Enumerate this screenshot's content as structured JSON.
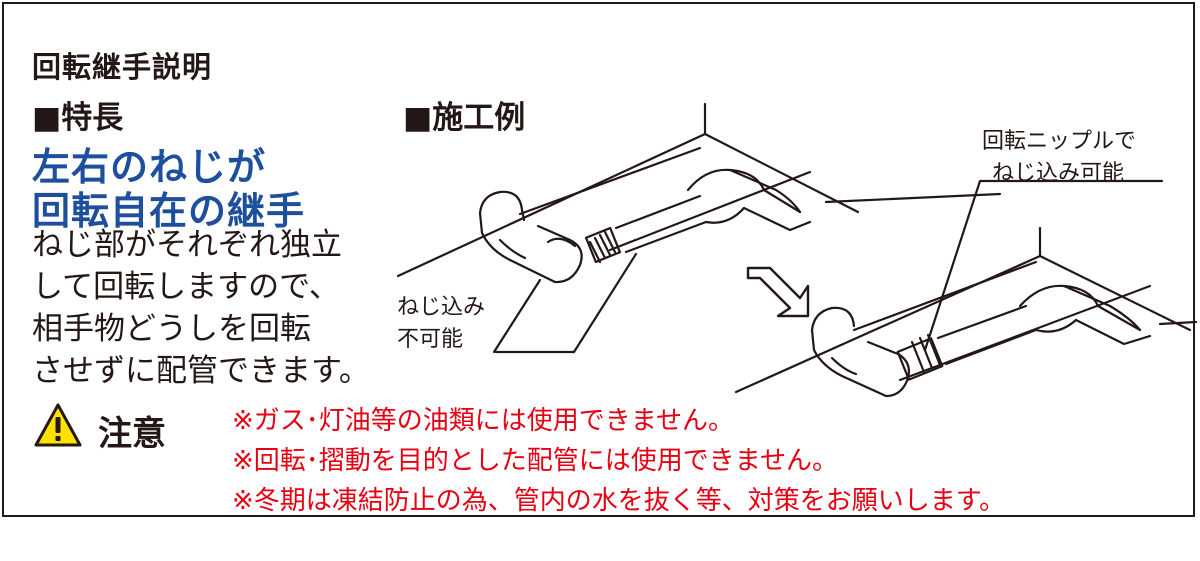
{
  "title": "回転継手説明",
  "features": {
    "heading": "■特長",
    "headline_lines": [
      "左右のねじが",
      "回転自在の継手"
    ],
    "description_lines": [
      "ねじ部がそれぞれ独立",
      "して回転しますので、",
      "相手物どうしを回転",
      "させずに配管できます。"
    ]
  },
  "example": {
    "heading": "■施工例",
    "callout_not_possible": [
      "ねじ込み",
      "不可能"
    ],
    "callout_possible": [
      "回転ニップルで",
      "ねじ込み可能"
    ]
  },
  "caution": {
    "label": "注意",
    "icon": "warning-triangle-icon",
    "items": [
      "※ガス･灯油等の油類には使用できません。",
      "※回転･摺動を目的とした配管には使用できません。",
      "※冬期は凍結防止の為、管内の水を抜く等、対策をお願いします。"
    ]
  },
  "colors": {
    "headline": "#1d4f9c",
    "caution_text": "#e60012",
    "ink": "#231815",
    "warning_fill": "#ffe100"
  }
}
